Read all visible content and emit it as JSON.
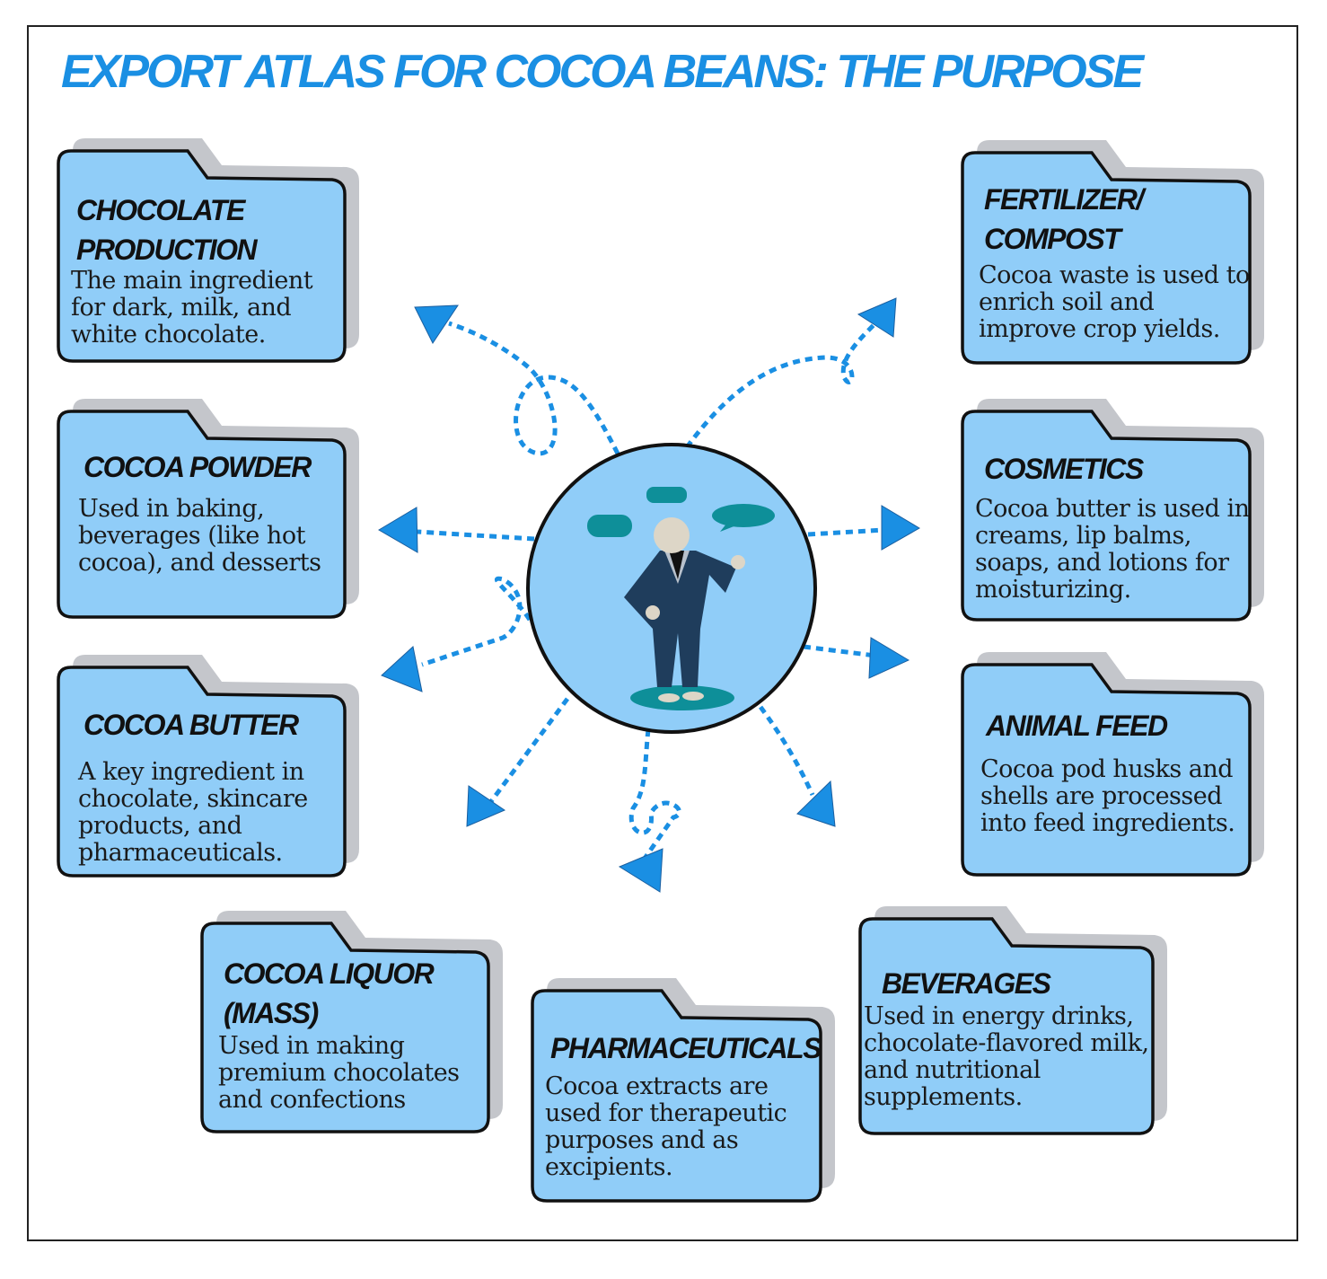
{
  "title": "Export Atlas for Cocoa Beans: The Purpose",
  "colors": {
    "title": "#1a8fe3",
    "folder": "#90cdf8",
    "folder_shadow": "#c4c6cb",
    "arrow": "#1a8fe3",
    "figure_suit": "#1f3d5c",
    "speech": "#0e8f99"
  },
  "folders": [
    {
      "title_lines": [
        "Chocolate",
        "Production"
      ],
      "body": "The main ingredient for dark, milk, and white chocolate."
    },
    {
      "title_lines": [
        "Cocoa Powder"
      ],
      "body": "Used in baking, beverages (like hot cocoa), and desserts"
    },
    {
      "title_lines": [
        "Cocoa Butter"
      ],
      "body": "A key ingredient in chocolate, skincare products, and pharmaceuticals."
    },
    {
      "title_lines": [
        "Cocoa Liquor",
        "(Mass)"
      ],
      "body": "Used in making premium chocolates and confections"
    },
    {
      "title_lines": [
        "Pharmaceuticals"
      ],
      "body": "Cocoa extracts are used for therapeutic purposes and as excipients."
    },
    {
      "title_lines": [
        "Beverages"
      ],
      "body": "Used in energy drinks, chocolate-flavored milk, and nutritional supplements."
    },
    {
      "title_lines": [
        "Fertilizer/",
        "Compost"
      ],
      "body": "Cocoa waste is used to enrich soil and improve crop yields."
    },
    {
      "title_lines": [
        "Cosmetics"
      ],
      "body": "Cocoa butter is used in creams, lip balms, soaps, and lotions for moisturizing."
    },
    {
      "title_lines": [
        "Animal Feed"
      ],
      "body": "Cocoa pod husks and shells are processed into feed ingredients."
    }
  ]
}
